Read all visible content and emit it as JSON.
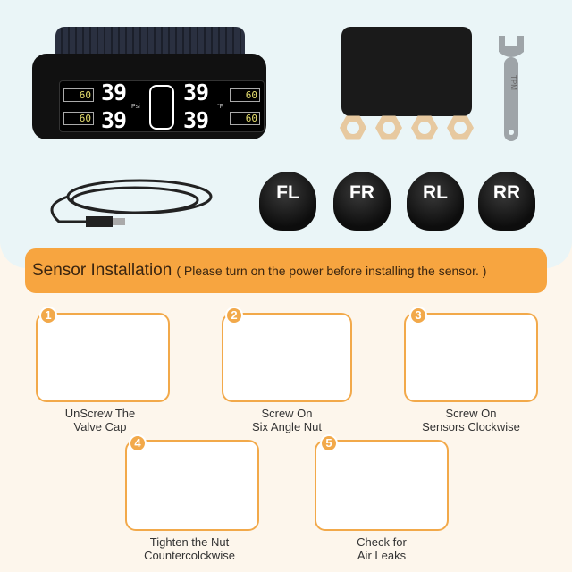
{
  "device": {
    "readings": [
      "39",
      "39",
      "39",
      "39"
    ],
    "temps": [
      "60",
      "60",
      "60",
      "60"
    ],
    "unit_pressure": "Psi",
    "unit_temp": "°F"
  },
  "wrench_text": "TPM",
  "caps": [
    "FL",
    "FR",
    "RL",
    "RR"
  ],
  "banner": {
    "title": "Sensor Installation",
    "note": "( Please turn on the power before installing the sensor. )"
  },
  "steps": [
    {
      "num": "1",
      "label": "UnScrew The\nValve Cap"
    },
    {
      "num": "2",
      "label": "Screw On\nSix Angle Nut"
    },
    {
      "num": "3",
      "label": "Screw On\nSensors Clockwise"
    },
    {
      "num": "4",
      "label": "Tighten the Nut\nCountercolckwise"
    },
    {
      "num": "5",
      "label": "Check for\nAir Leaks"
    }
  ],
  "colors": {
    "accent": "#f7a540",
    "top_bg": "#eaf5f7",
    "bottom_bg": "#fdf6ec"
  }
}
